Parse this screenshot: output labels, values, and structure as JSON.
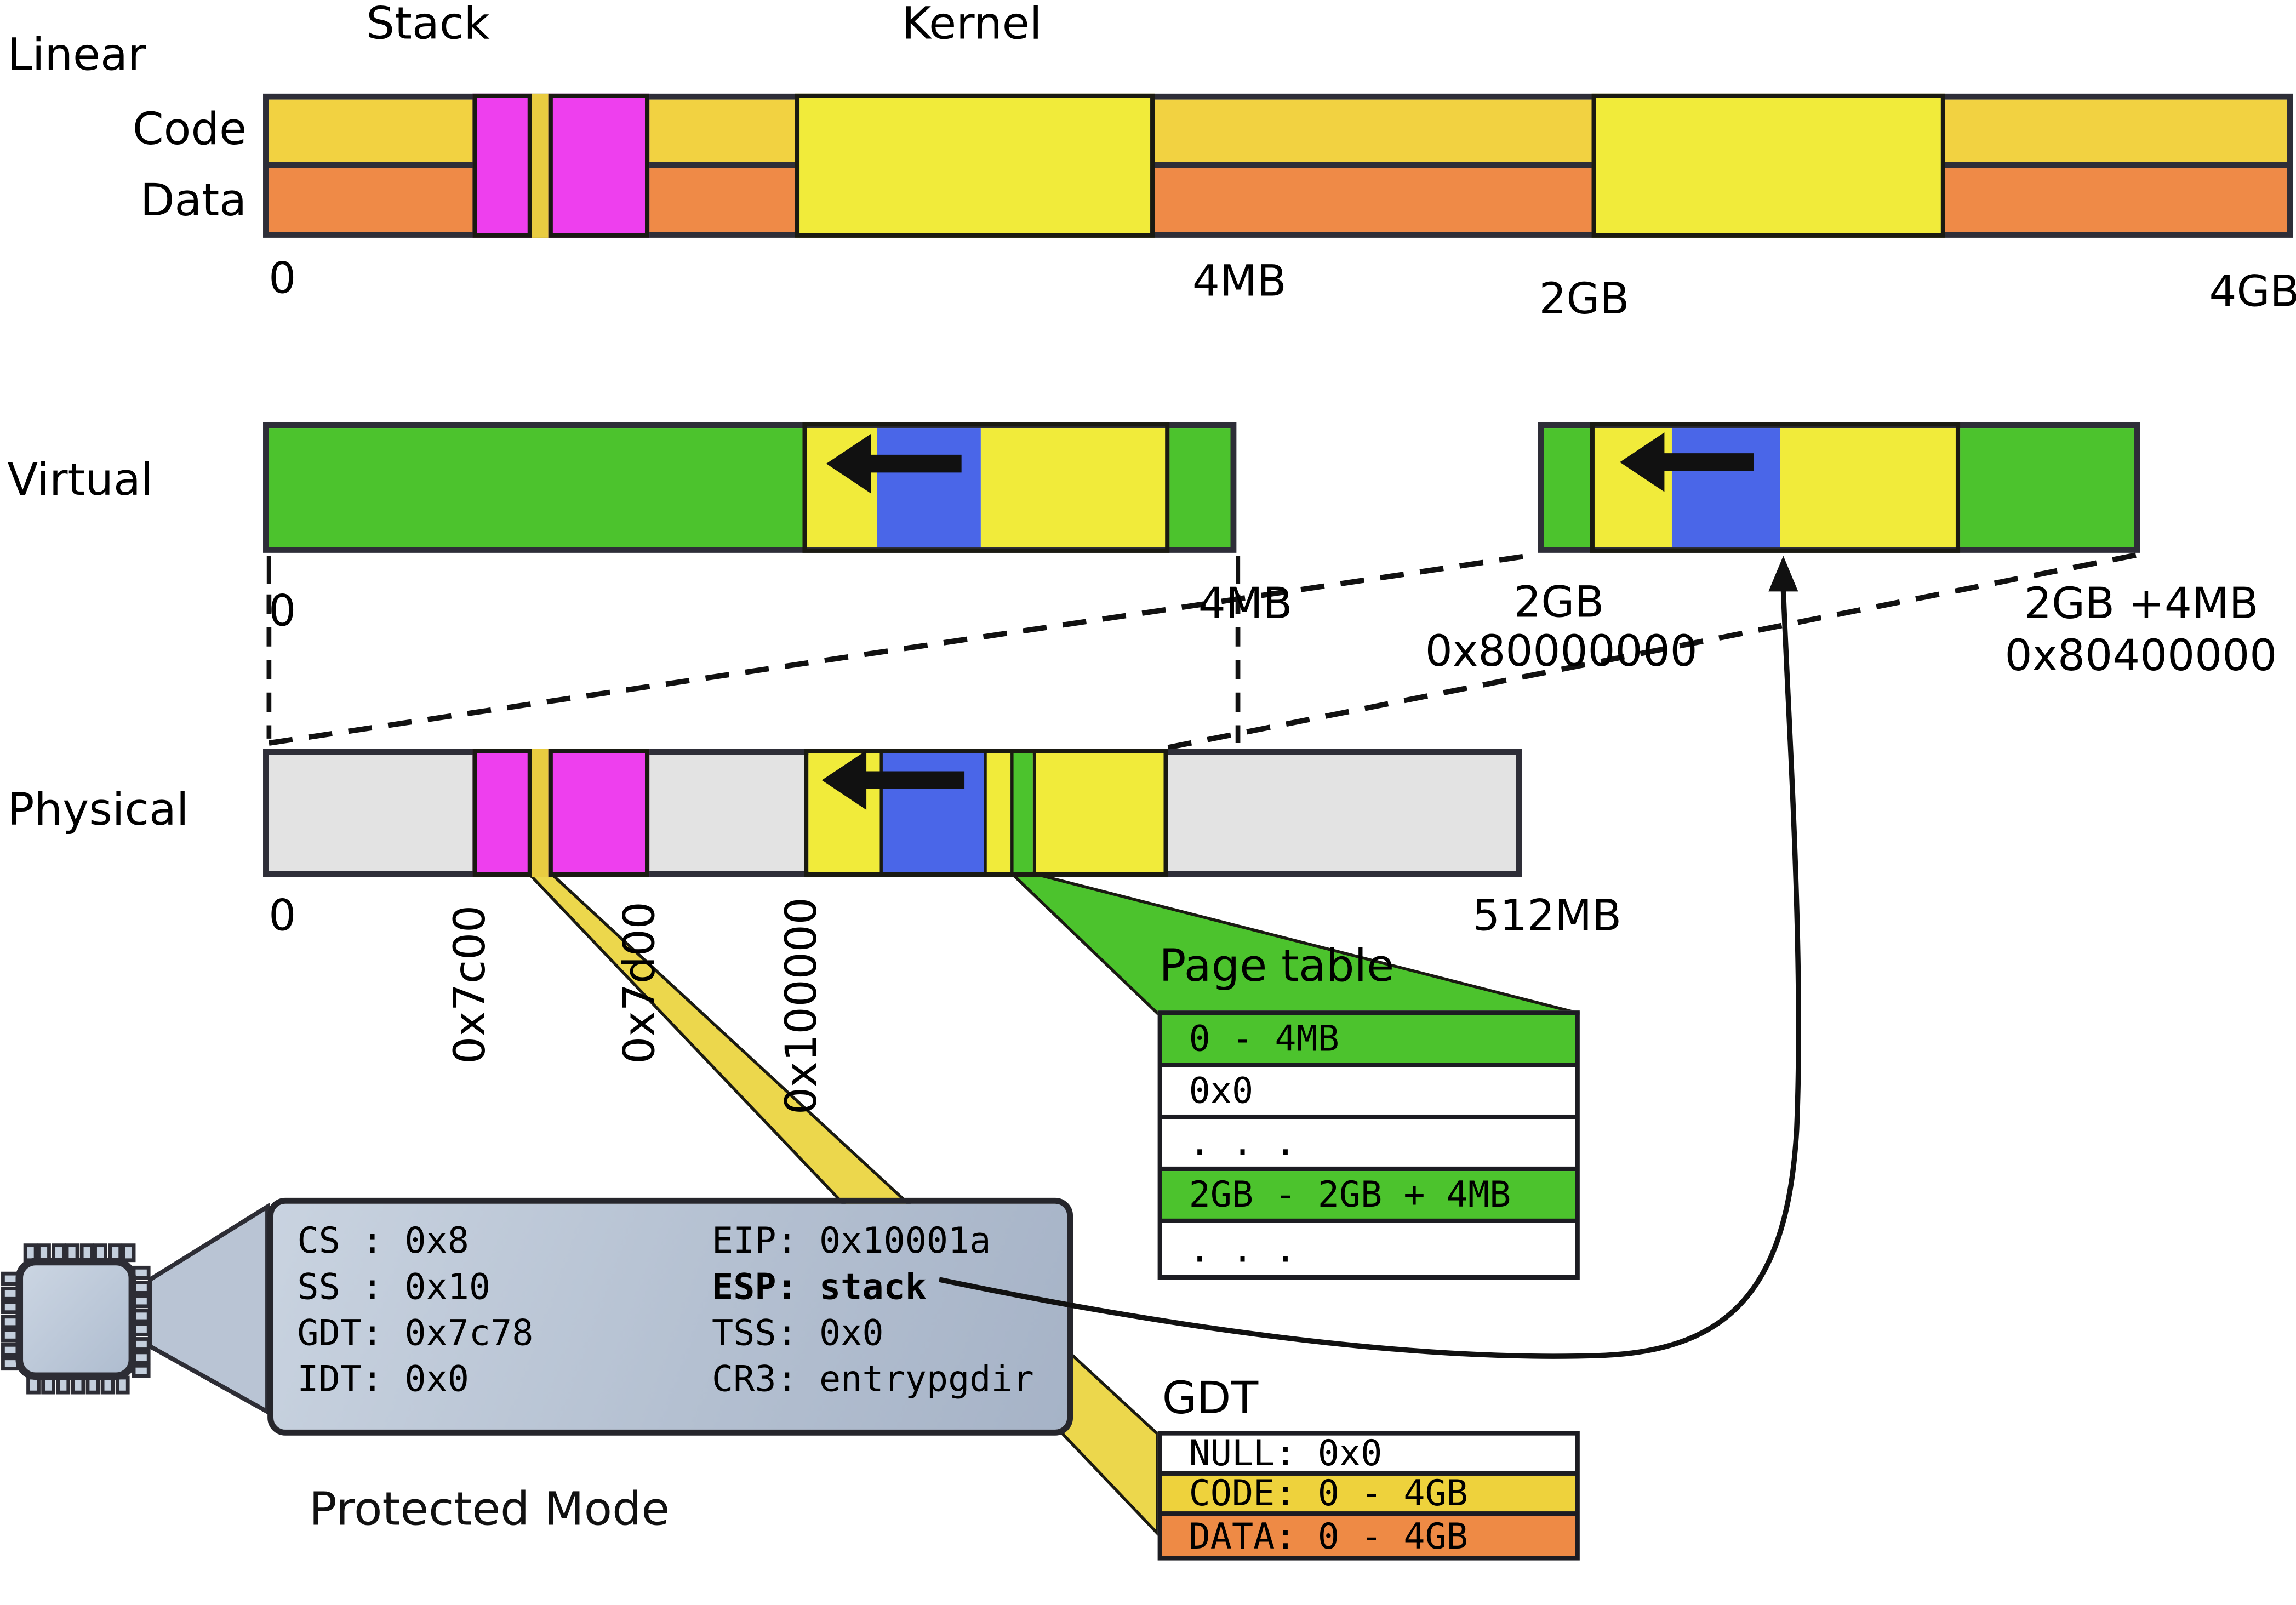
{
  "colors": {
    "border_dark": "#2e2e38",
    "block_border": "#1a1a12",
    "code_gold": "#f2d241",
    "data_orange": "#ef8a47",
    "kernel_yellow": "#f1eb3a",
    "stack_magenta": "#ee3fee",
    "boot_gold": "#e9cc41",
    "free_green": "#4cc32d",
    "stack_blue": "#4a66e8",
    "phys_gray": "#e3e3e3",
    "beam_yellow": "#ecd74c",
    "beam_green": "#4cc32d",
    "gdt_code_yellow": "#eed23c",
    "gdt_data_orange": "#ee8a45",
    "arrow_black": "#111111"
  },
  "linear": {
    "label": "Linear",
    "stack_label": "Stack",
    "kernel_label": "Kernel",
    "row_labels": {
      "code": "Code",
      "data": "Data"
    },
    "ticks": [
      "0",
      "4MB",
      "2GB",
      "4GB"
    ],
    "segments": [
      {
        "name": "code-row",
        "color": "code_gold"
      },
      {
        "name": "data-row",
        "color": "data_orange"
      },
      {
        "name": "boot-stack-block-1",
        "color": "stack_magenta"
      },
      {
        "name": "boot-gold-sliver",
        "color": "boot_gold"
      },
      {
        "name": "boot-stack-block-2",
        "color": "stack_magenta"
      },
      {
        "name": "kernel-image-low",
        "color": "kernel_yellow"
      },
      {
        "name": "kernel-image-2gb",
        "color": "kernel_yellow"
      }
    ]
  },
  "virtual": {
    "label": "Virtual",
    "left_ticks": [
      "0",
      "4MB"
    ],
    "right_ticks": [
      "2GB",
      "2GB +4MB"
    ],
    "right_hex": [
      "0x80000000",
      "0x80400000"
    ],
    "segments_left": [
      "free_green",
      "kernel_yellow",
      "stack_blue",
      "kernel_yellow",
      "free_green"
    ],
    "segments_right": [
      "free_green",
      "kernel_yellow",
      "stack_blue",
      "kernel_yellow",
      "free_green"
    ]
  },
  "physical": {
    "label": "Physical",
    "ticks": [
      "0",
      "512MB"
    ],
    "rotated_ticks": [
      "0x7c00",
      "0x7d00",
      "0x100000"
    ],
    "segments": [
      "phys_gray",
      "stack_magenta",
      "boot_gold",
      "stack_magenta",
      "phys_gray",
      "kernel_yellow",
      "stack_blue",
      "kernel_yellow",
      "free_green",
      "kernel_yellow",
      "phys_gray"
    ]
  },
  "page_table": {
    "title": "Page table",
    "rows": [
      {
        "text": "0 - 4MB",
        "kind": "green"
      },
      {
        "text": "0x0",
        "kind": "white"
      },
      {
        "text": ". . .",
        "kind": "white"
      },
      {
        "text": "2GB - 2GB + 4MB",
        "kind": "green"
      },
      {
        "text": ". . .",
        "kind": "white"
      }
    ]
  },
  "gdt": {
    "title": "GDT",
    "rows": [
      {
        "text": "NULL: 0x0",
        "kind": "white"
      },
      {
        "text": "CODE: 0 - 4GB",
        "kind": "yellow"
      },
      {
        "text": "DATA: 0 - 4GB",
        "kind": "orange"
      }
    ]
  },
  "cpu": {
    "mode_label": "Protected Mode",
    "registers_left": [
      "CS : 0x8",
      "SS : 0x10",
      "GDT: 0x7c78",
      "IDT: 0x0"
    ],
    "registers_right": [
      "EIP: 0x10001a",
      "ESP: stack",
      "TSS: 0x0",
      "CR3: entrypgdir"
    ]
  }
}
